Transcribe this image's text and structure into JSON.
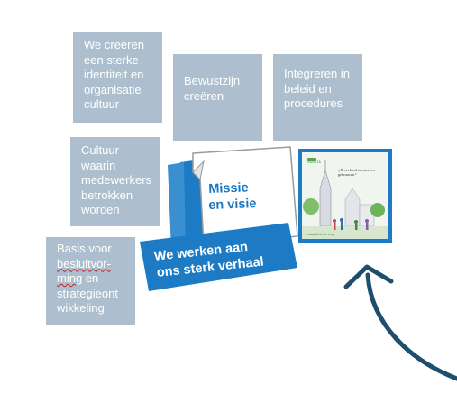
{
  "boxes": {
    "identity": "We creëren een sterke identiteit en organisatie cultuur",
    "awareness": "Bewustzijn creëren",
    "integrate": "Integreren in beleid en procedures",
    "culture": "Cultuur waarin medewerkers betrokken worden",
    "basis_a": "Basis voor ",
    "basis_b": "besluitvor-",
    "basis_c": "ming",
    "basis_d": " en strategieont wikkeling"
  },
  "document": {
    "title_line1": "Missie",
    "title_line2": "en visie"
  },
  "banner": {
    "line1": "We werken aan",
    "line2": "ons sterk verhaal"
  },
  "poster": {
    "logo_text": "INAVITA",
    "quote": "„Ik verbind mensen en gebouwen“",
    "footer": "... kwaliteit in de zorg"
  },
  "colors": {
    "box": "#adbfcf",
    "brand_blue": "#1c7bc4",
    "arrow": "#1d4e6e"
  }
}
